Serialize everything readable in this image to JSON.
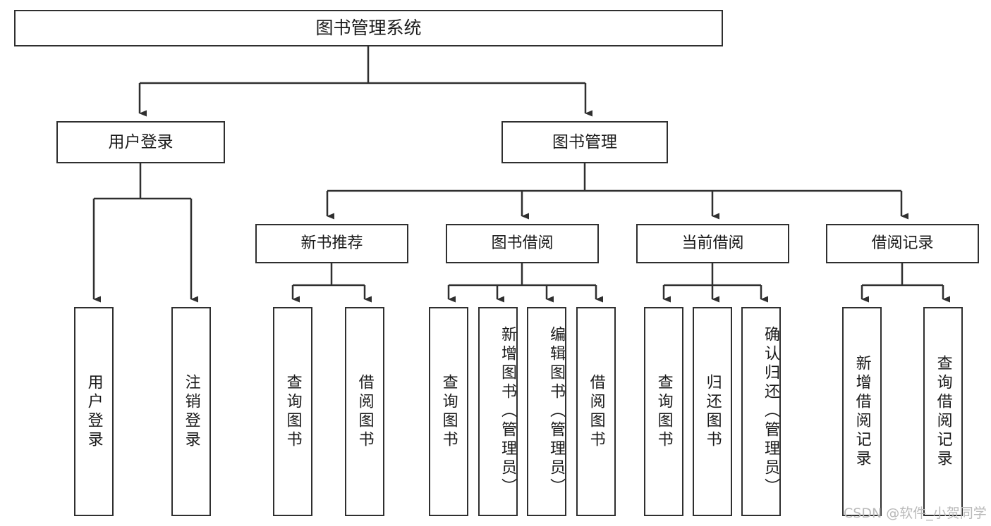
{
  "diagram": {
    "title": "图书管理系统",
    "type": "tree",
    "style": {
      "box_border_color": "#2f2f2f",
      "box_fill": "#ffffff",
      "line_color": "#2f2f2f",
      "text_color": "#1a1a1a",
      "background": "#ffffff"
    }
  },
  "root": {
    "label": "图书管理系统"
  },
  "level2": [
    {
      "label": "用户登录"
    },
    {
      "label": "图书管理"
    }
  ],
  "level3": [
    {
      "label": "新书推荐"
    },
    {
      "label": "图书借阅"
    },
    {
      "label": "当前借阅"
    },
    {
      "label": "借阅记录"
    }
  ],
  "leaves": [
    {
      "label": "用户登录",
      "parent": "用户登录"
    },
    {
      "label": "注销登录",
      "parent": "用户登录"
    },
    {
      "label": "查询图书",
      "parent": "新书推荐"
    },
    {
      "label": "借阅图书",
      "parent": "新书推荐"
    },
    {
      "label": "查询图书",
      "parent": "图书借阅"
    },
    {
      "label": "新增图书（管理员）",
      "parent": "图书借阅"
    },
    {
      "label": "编辑图书（管理员）",
      "parent": "图书借阅"
    },
    {
      "label": "借阅图书",
      "parent": "图书借阅"
    },
    {
      "label": "查询图书",
      "parent": "当前借阅"
    },
    {
      "label": "归还图书",
      "parent": "当前借阅"
    },
    {
      "label": "确认归还（管理员）",
      "parent": "当前借阅"
    },
    {
      "label": "新增借阅记录",
      "parent": "借阅记录"
    },
    {
      "label": "查询借阅记录",
      "parent": "借阅记录"
    }
  ],
  "watermark": {
    "text": "CSDN @软件_小贺同学"
  }
}
